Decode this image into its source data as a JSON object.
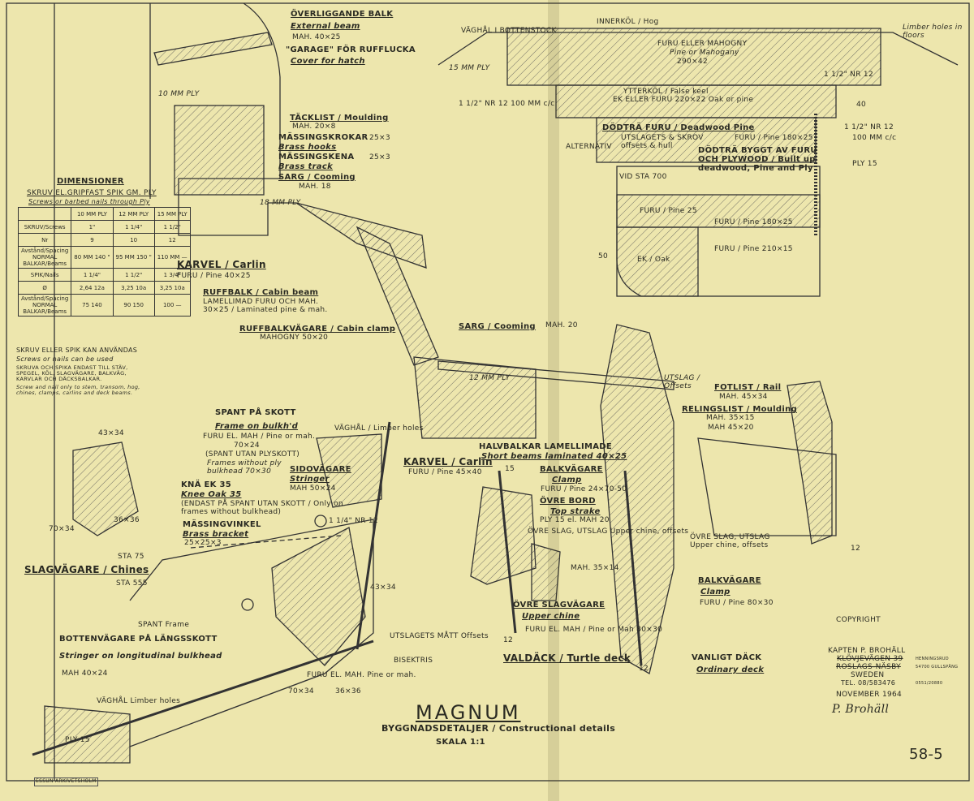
{
  "title": {
    "name": "MAGNUM",
    "subtitle": "BYGGNADSDETALJER / Constructional details",
    "scale": "SKALA 1:1",
    "sheet": "58-5"
  },
  "stamp": "ESSUN ARKIVETSHOLM",
  "dimensions": {
    "heading": "DIMENSIONER",
    "sub1": "SKRUV EL.GRIPFAST SPIK GM. PLY",
    "sub2": "Screws or barbed nails through Ply",
    "cols": [
      "",
      "10 MM PLY",
      "12 MM PLY",
      "15 MM PLY"
    ],
    "rows": [
      [
        "SKRUV/Screws",
        "1\"",
        "1 1/4\"",
        "1 1/2\""
      ],
      [
        "Nr",
        "9",
        "10",
        "12"
      ],
      [
        "Avstånd/Spacing NORMAL BALKAR/Beams",
        "80 MM 140 \"",
        "95 MM 150 \"",
        "110 MM —"
      ],
      [
        "SPIK/Nails",
        "1 1/4\"",
        "1 1/2\"",
        "1 3/4\""
      ],
      [
        "Ø",
        "2,64 12a",
        "3,25 10a",
        "3,25 10a"
      ],
      [
        "Avstånd/Spacing NORMAL BALKAR/Beams",
        "75 140",
        "90 150",
        "100 —"
      ]
    ],
    "note1": "SKRUV ELLER SPIK KAN ANVÄNDAS",
    "note2": "Screws or nails can be used",
    "note3": "SKRUVA OCH SPIKA ENDAST TILL STÄV, SPEGEL, KÖL, SLAGVÄGARE, BALKVÄG, KARVLAR OCH DÄCKSBALKAR.",
    "note4": "Screw and nail only to stem, transom, hog, chines, clamps, carlins and deck beams."
  },
  "labels": {
    "overliggande": "ÖVERLIGGANDE BALK",
    "external": "External beam",
    "mah40": "MAH. 40×25",
    "garage": "\"GARAGE\" FÖR RUFFLUCKA",
    "cover": "Cover for hatch",
    "tacklist": "TÄCKLIST / Moulding",
    "mah20": "MAH. 20×8",
    "krokar": "MÄSSINGSKROKAR",
    "brasshooks": "Brass hooks",
    "k25": "25×3",
    "skena": "MÄSSINGSKENA",
    "brasstrack": "Brass track",
    "s25": "25×3",
    "sarg1": "SARG / Cooming",
    "mah18": "MAH. 18",
    "karvel1": "KARVEL / Carlin",
    "furu4025": "FURU / Pine 40×25",
    "ruffbalk": "RUFFBALK / Cabin beam",
    "lamell": "LAMELLIMAD FURU OCH MAH.",
    "lam2": "30×25 / Laminated pine & mah.",
    "ruffvag": "RUFFBALKVÄGARE / Cabin clamp",
    "mah5020": "MAHOGNY 50×20",
    "sarg2": "SARG / Cooming",
    "mah20b": "MAH. 20",
    "ply12": "12 MM PLY",
    "ply10": "10 MM PLY",
    "ply18": "18 MM PLY",
    "ply15": "15 MM PLY",
    "innerkol": "INNERKÖL / Hog",
    "vaghal": "VÄGHÅL I BOTTENSTOCK",
    "limber": "Limber holes in floors",
    "furuhog": "FURU ELLER MAHOGNY",
    "pinehog": "Pine or Mahogany",
    "s290": "290×42",
    "ytterkol": "YTTERKÖL / False keel",
    "ekfuru": "EK ELLER FURU 220×22 Oak or pine",
    "nr12a": "1 1/2\" NR 12 100 MM c/c",
    "nr12b": "1 1/2\" NR 12",
    "nr12c": "1 1/2\" NR 12",
    "c100": "100 MM c/c",
    "d40": "40",
    "dodtra": "DÖDTRÄ FURU / Deadwood Pine",
    "alternativ": "ALTERNATIV",
    "utslag1": "UTSLAGETS & SKROV offsets & hull",
    "furu18025": "FURU / Pine 180×25",
    "dodtra2": "DÖDTRÄ BYGGT AV FURU OCH PLYWOOD / Built up deadwood, Pine and Ply",
    "plyr15": "PLY 15",
    "vidsta": "VID STA 700",
    "furu25": "FURU / Pine 25",
    "furu180b": "FURU / Pine 180×25",
    "ekoak": "EK / Oak",
    "furu210": "FURU / Pine 210×15",
    "d50": "50",
    "fotlist": "FOTLIST / Rail",
    "mah4534": "MAH. 45×34",
    "utslagoff": "UTSLAG / Offsets",
    "relings": "RELINGSLIST / Moulding",
    "mah3515": "MAH. 35×15",
    "mah4520": "MAH 45×20",
    "spant": "SPANT PÅ SKOTT",
    "frame": "Frame on bulkh'd",
    "furumah": "FURU EL. MAH / Pine or mah.",
    "s7024": "70×24",
    "spantutan": "(SPANT UTAN PLYSKOTT)",
    "framewo": "Frames without ply bulkhead 70×30",
    "sido": "SIDOVÄGARE",
    "stringer": "Stringer",
    "mah5024": "MAH 50×24",
    "vaghal2": "VÄGHÅL / Limber holes",
    "kna": "KNÄ EK 35",
    "knee": "Knee Oak 35",
    "knanote": "(ENDAST PÅ SPANT UTAN SKOTT / Only on frames without bulkhead)",
    "mvinkel": "MÄSSINGVINKEL",
    "bracket": "Brass bracket",
    "b25": "25×25×3",
    "s4334": "43×34",
    "s7034": "70×34",
    "s3636": "36×36",
    "sta75": "STA 75",
    "sta555": "STA 555",
    "slag": "SLAGVÄGARE / Chines",
    "nr12d": "1 1/4\" NR 12",
    "spantframe": "SPANT Frame",
    "s4334b": "43×34",
    "utslagsmatt": "UTSLAGETS MÅTT Offsets",
    "bisektris": "BISEKTRIS",
    "furuelmah": "FURU EL. MAH. Pine or mah.",
    "s7034b": "70×34",
    "s3636b": "36×36",
    "botten": "BOTTENVÄGARE PÅ LÄNGSSKOTT",
    "stringeron": "Stringer on longitudinal bulkhead",
    "mah4024": "MAH 40×24",
    "vaghal3": "VÄGHÅL Limber holes",
    "plyb15": "PLY 15",
    "karvel2": "KARVEL / Carlin",
    "furu4540": "FURU / Pine 45×40",
    "halv": "HALVBALKAR LAMELLIMADE",
    "short": "Short beams laminated 40×25",
    "balkvag": "BALKVÄGARE",
    "clamp": "Clamp",
    "furu2470": "FURU / Pine 24×70-50",
    "ovrebord": "ÖVRE BORD",
    "topstrake": "Top strake",
    "ply15mah": "PLY 15 el. MAH 20",
    "ovreslag": "ÖVRE SLAG, UTSLAG Upper chine, offsets",
    "mah3514": "MAH. 35×14",
    "ovreslagvag": "ÖVRE SLAGVÄGARE",
    "upperchine": "Upper chine",
    "furu8030": "FURU EL. MAH / Pine or Mah 80×30",
    "ovreslag2": "ÖVRE SLAG, UTSLAG Upper chine, offsets",
    "balkvag2": "BALKVÄGARE",
    "clamp2": "Clamp",
    "furu80": "FURU / Pine 80×30",
    "valdack": "VALDÄCK / Turtle deck",
    "vanligt": "VANLIGT DÄCK",
    "ordinary": "Ordinary deck",
    "n15": "15",
    "n12a": "12",
    "n12b": "12",
    "n12c": "12"
  },
  "credits": {
    "copyright": "COPYRIGHT",
    "name": "KAPTEN P. BROHÄLL",
    "addr1": "KLÖVJEVÄGEN 39",
    "addr1b": "HENNINGSRUD",
    "addr2": "ROSLAGS-NÄSBY",
    "addr2b": "54700 GULLSPÅNG",
    "country": "SWEDEN",
    "tel": "TEL. 08/583476",
    "telb": "0551/20880",
    "date": "NOVEMBER 1964",
    "signature": "P. Brohäll"
  }
}
